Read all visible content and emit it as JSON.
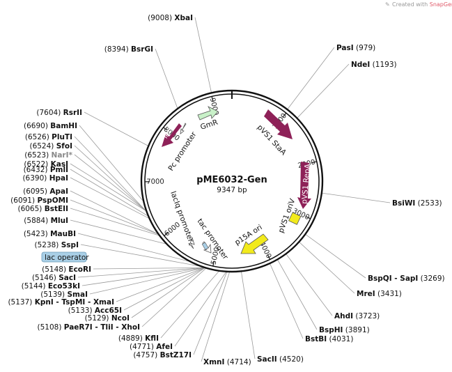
{
  "plasmid": {
    "name": "pME6032-Gen",
    "size_label": "9347 bp",
    "length": 9347
  },
  "watermark": {
    "prefix": "Created with",
    "brand": "SnapGene",
    "suffix": "®"
  },
  "colors": {
    "magenta": "#8e2158",
    "green": "#c8f0c8",
    "yellow": "#f2ea1c",
    "blue": "#a9cfe6",
    "backbone": "#111111",
    "grey_enzyme": "#888888"
  },
  "ticks": [
    {
      "pos": 1000,
      "label": "1000"
    },
    {
      "pos": 2000,
      "label": "2000"
    },
    {
      "pos": 3000,
      "label": "3000"
    },
    {
      "pos": 4000,
      "label": "4000"
    },
    {
      "pos": 5000,
      "label": "5000"
    },
    {
      "pos": 6000,
      "label": "6000"
    },
    {
      "pos": 7000,
      "label": "7000"
    },
    {
      "pos": 8000,
      "label": "8000"
    },
    {
      "pos": 9000,
      "label": "9000"
    }
  ],
  "features": [
    {
      "name": "GmR",
      "label": "GmR",
      "color": "green",
      "icon": "arrow-feature"
    },
    {
      "name": "pVS1 StaA",
      "label": "pVS1 StaA",
      "color": "magenta",
      "icon": "arrow-feature"
    },
    {
      "name": "pVS1 RepA",
      "label": "pVS1 RepA",
      "color": "magenta",
      "icon": "arrow-feature"
    },
    {
      "name": "pVS1 oriV",
      "label": "pVS1 oriV",
      "color": "yellow",
      "icon": "box-feature"
    },
    {
      "name": "p15A ori",
      "label": "p15A ori",
      "color": "yellow",
      "icon": "arrow-feature"
    },
    {
      "name": "tac promoter",
      "label": "tac promoter",
      "color": "white",
      "icon": "promoter-arrow"
    },
    {
      "name": "lac operator",
      "label": "lac operator",
      "color": "blue",
      "icon": "box-feature"
    },
    {
      "name": "lacIq promoter",
      "label": "lacIq promoter",
      "color": "white",
      "icon": "promoter-arrow"
    },
    {
      "name": "TetR",
      "label": "TetR",
      "color": "magenta",
      "icon": "arrow-feature"
    },
    {
      "name": "Pc promoter",
      "label": "Pc promoter",
      "color": "white",
      "icon": "promoter-arrow"
    }
  ],
  "enzymes_right": [
    {
      "pos": 979,
      "num": "(979)",
      "name": "PasI"
    },
    {
      "pos": 1193,
      "num": "(1193)",
      "name": "NdeI"
    },
    {
      "pos": 2533,
      "num": "(2533)",
      "name": "BsiWI"
    },
    {
      "pos": 3269,
      "num": "(3269)",
      "name": "BspQI - SapI"
    },
    {
      "pos": 3431,
      "num": "(3431)",
      "name": "MreI"
    },
    {
      "pos": 3723,
      "num": "(3723)",
      "name": "AhdI"
    },
    {
      "pos": 3891,
      "num": "(3891)",
      "name": "BspHI"
    },
    {
      "pos": 4031,
      "num": "(4031)",
      "name": "BstBI"
    },
    {
      "pos": 4520,
      "num": "(4520)",
      "name": "SacII"
    },
    {
      "pos": 4714,
      "num": "(4714)",
      "name": "XmnI"
    }
  ],
  "enzymes_left": [
    {
      "pos": 9008,
      "num": "(9008)",
      "name": "XbaI"
    },
    {
      "pos": 8394,
      "num": "(8394)",
      "name": "BsrGI"
    },
    {
      "pos": 7604,
      "num": "(7604)",
      "name": "RsrII"
    },
    {
      "pos": 6690,
      "num": "(6690)",
      "name": "BamHI"
    },
    {
      "pos": 6526,
      "num": "(6526)",
      "name": "PluTI"
    },
    {
      "pos": 6524,
      "num": "(6524)",
      "name": "SfoI"
    },
    {
      "pos": 6523,
      "num": "(6523)",
      "name": "NarI*"
    },
    {
      "pos": 6522,
      "num": "(6522)",
      "name": "KasI"
    },
    {
      "pos": 6432,
      "num": "(6432)",
      "name": "PmlI"
    },
    {
      "pos": 6390,
      "num": "(6390)",
      "name": "HpaI"
    },
    {
      "pos": 6095,
      "num": "(6095)",
      "name": "ApaI"
    },
    {
      "pos": 6091,
      "num": "(6091)",
      "name": "PspOMI"
    },
    {
      "pos": 6065,
      "num": "(6065)",
      "name": "BstEII"
    },
    {
      "pos": 5884,
      "num": "(5884)",
      "name": "MluI"
    },
    {
      "pos": 5423,
      "num": "(5423)",
      "name": "MauBI"
    },
    {
      "pos": 5238,
      "num": "(5238)",
      "name": "SspI"
    },
    {
      "pos": 5148,
      "num": "(5148)",
      "name": "EcoRI"
    },
    {
      "pos": 5146,
      "num": "(5146)",
      "name": "SacI"
    },
    {
      "pos": 5144,
      "num": "(5144)",
      "name": "Eco53kI"
    },
    {
      "pos": 5139,
      "num": "(5139)",
      "name": "SmaI"
    },
    {
      "pos": 5137,
      "num": "(5137)",
      "name": "KpnI - TspMI - XmaI"
    },
    {
      "pos": 5133,
      "num": "(5133)",
      "name": "Acc65I"
    },
    {
      "pos": 5129,
      "num": "(5129)",
      "name": "NcoI"
    },
    {
      "pos": 5108,
      "num": "(5108)",
      "name": "PaeR7I - TliI - XhoI"
    },
    {
      "pos": 4889,
      "num": "(4889)",
      "name": "KflI"
    },
    {
      "pos": 4771,
      "num": "(4771)",
      "name": "AfeI"
    },
    {
      "pos": 4757,
      "num": "(4757)",
      "name": "BstZ17I"
    }
  ]
}
